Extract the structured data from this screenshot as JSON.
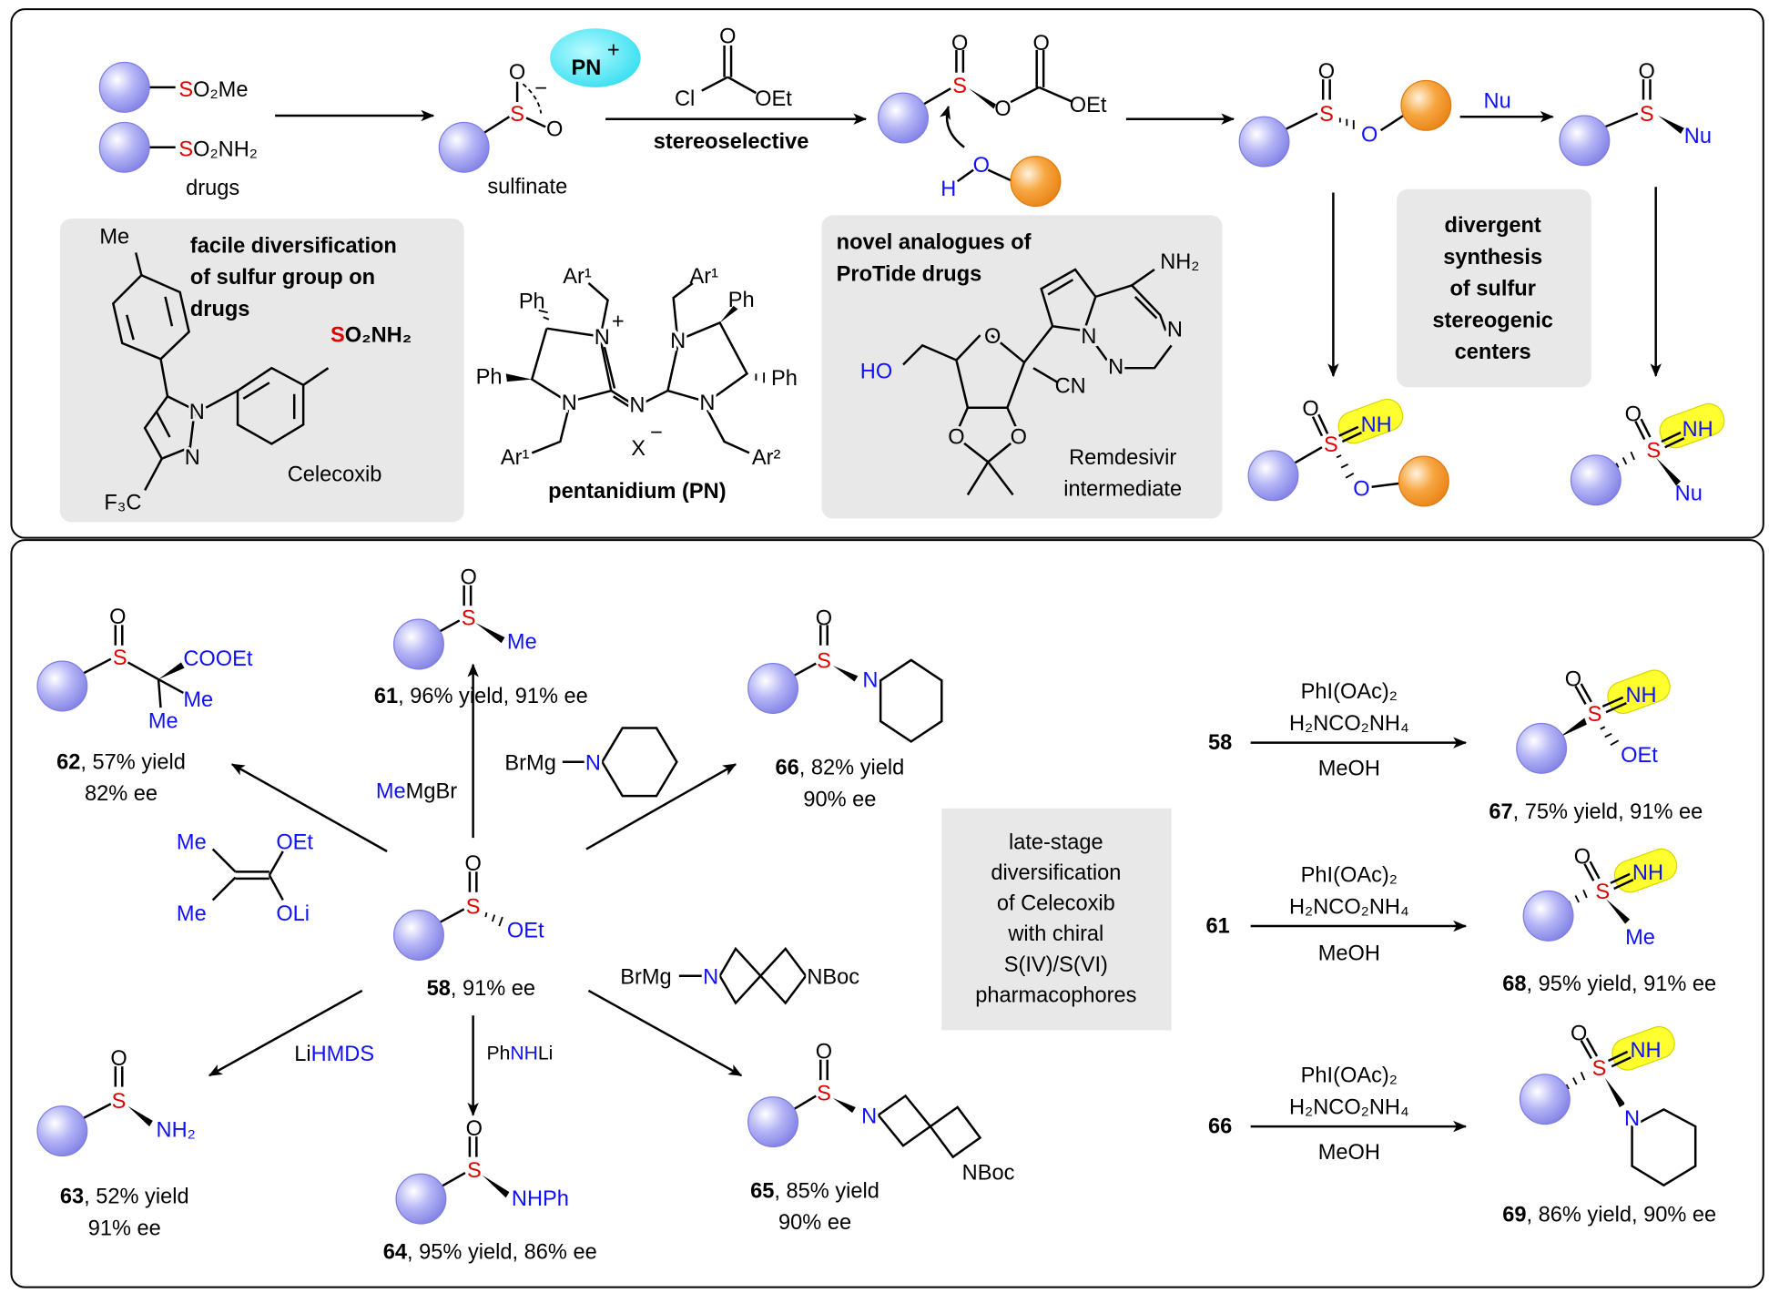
{
  "colors": {
    "ball": "#9a9af2",
    "ester_ball": "#f39a34",
    "sulfur": "#e00000",
    "nitrogen": "#1010ff",
    "catalyst": "#33e4f2",
    "highlight": "#ffff30",
    "box": "#e8e8e8"
  },
  "top": {
    "drug1": {
      "s": "S",
      "rest": "O₂Me"
    },
    "drug2": {
      "s": "S",
      "rest": "O₂NH₂"
    },
    "drugs_label": "drugs",
    "sulfinate": {
      "o1": "O",
      "s": "S",
      "o2": "O",
      "charge": "−",
      "label": "sulfinate"
    },
    "catalyst": {
      "label": "PN",
      "charge": "+"
    },
    "reagent": {
      "cl": "Cl",
      "o": "O",
      "oet": "OEt"
    },
    "condition": "stereoselective",
    "anhydride": {
      "s": "S",
      "o1": "O",
      "o2": "O",
      "o3": "O",
      "oet": "OEt",
      "h": "H",
      "oh": "O"
    },
    "ester": {
      "s": "S",
      "o1": "O",
      "o2": "O"
    },
    "nu_reagent": "Nu",
    "sulfoxide": {
      "s": "S",
      "o": "O",
      "nu": "Nu"
    },
    "divergent_box": [
      "divergent",
      "synthesis",
      "of sulfur",
      "stereogenic",
      "centers"
    ],
    "sulfonimidate": {
      "s": "S",
      "o1": "O",
      "nh": "NH",
      "o2": "O"
    },
    "sulfoximine": {
      "s": "S",
      "o": "O",
      "nh": "NH",
      "nu": "Nu"
    },
    "celecoxib_box": {
      "lines": [
        "facile diversification",
        "of sulfur group on",
        "drugs"
      ],
      "me": "Me",
      "s": "S",
      "rest": "O₂NH₂",
      "n1": "N",
      "n2": "N",
      "cf3": "F₃C",
      "name": "Celecoxib"
    },
    "pentanidium": {
      "ph": "Ph",
      "ar1": "Ar¹",
      "ar2": "Ar²",
      "n": "N",
      "plus": "+",
      "x": "X",
      "minus": "−",
      "name": "pentanidium (PN)"
    },
    "remdesivir_box": {
      "lines": [
        "novel analogues of",
        "ProTide drugs"
      ],
      "nh2": "NH₂",
      "ho": "HO",
      "cn": "CN",
      "o": "O",
      "n": "N",
      "name": [
        "Remdesivir",
        "intermediate"
      ]
    }
  },
  "bottom": {
    "start": {
      "s": "S",
      "o": "O",
      "oet": "OEt",
      "id": "58",
      "rest": ", 91% ee"
    },
    "reagents": {
      "memgbr_me": "Me",
      "memgbr_rest": "MgBr",
      "brmg": "BrMg",
      "n": "N",
      "nboc": "NBoc",
      "enolate": {
        "me1": "Me",
        "me2": "Me",
        "oet": "OEt",
        "oli": "OLi"
      },
      "lihmds_li": "Li",
      "lihmds_rest": "HMDS",
      "phnhli_ph": "Ph",
      "phnhli_nh": "NH",
      "phnhli_li": "Li"
    },
    "p61": {
      "s": "S",
      "o": "O",
      "me": "Me",
      "id": "61",
      "rest": ", 96% yield, 91% ee"
    },
    "p62": {
      "s": "S",
      "o": "O",
      "cooet": "COOEt",
      "me1": "Me",
      "me2": "Me",
      "id": "62",
      "rest": ", 57% yield",
      "ee": "82% ee"
    },
    "p66": {
      "s": "S",
      "o": "O",
      "n": "N",
      "id": "66",
      "rest": ", 82% yield",
      "ee": "90% ee"
    },
    "p63": {
      "s": "S",
      "o": "O",
      "nh2": "NH₂",
      "id": "63",
      "rest": ", 52% yield",
      "ee": "91% ee"
    },
    "p64": {
      "s": "S",
      "o": "O",
      "nhph": "NHPh",
      "id": "64",
      "rest": ", 95% yield, 86% ee"
    },
    "p65": {
      "s": "S",
      "o": "O",
      "n": "N",
      "nboc": "NBoc",
      "id": "65",
      "rest": ", 85% yield",
      "ee": "90% ee"
    },
    "center_box": [
      "late-stage",
      "diversification",
      "of Celecoxib",
      "with chiral",
      "S(IV)/S(VI)",
      "pharmacophores"
    ],
    "conditions": {
      "l1": "PhI(OAc)₂",
      "l2": "H₂NCO₂NH₄",
      "l3": "MeOH"
    },
    "r1": {
      "sm": "58"
    },
    "r2": {
      "sm": "61"
    },
    "r3": {
      "sm": "66"
    },
    "p67": {
      "s": "S",
      "o": "O",
      "nh": "NH",
      "oet": "OEt",
      "id": "67",
      "rest": ", 75% yield, 91% ee"
    },
    "p68": {
      "s": "S",
      "o": "O",
      "nh": "NH",
      "me": "Me",
      "id": "68",
      "rest": ", 95% yield, 91% ee"
    },
    "p69": {
      "s": "S",
      "o": "O",
      "nh": "NH",
      "n": "N",
      "id": "69",
      "rest": ", 86% yield, 90% ee"
    }
  }
}
